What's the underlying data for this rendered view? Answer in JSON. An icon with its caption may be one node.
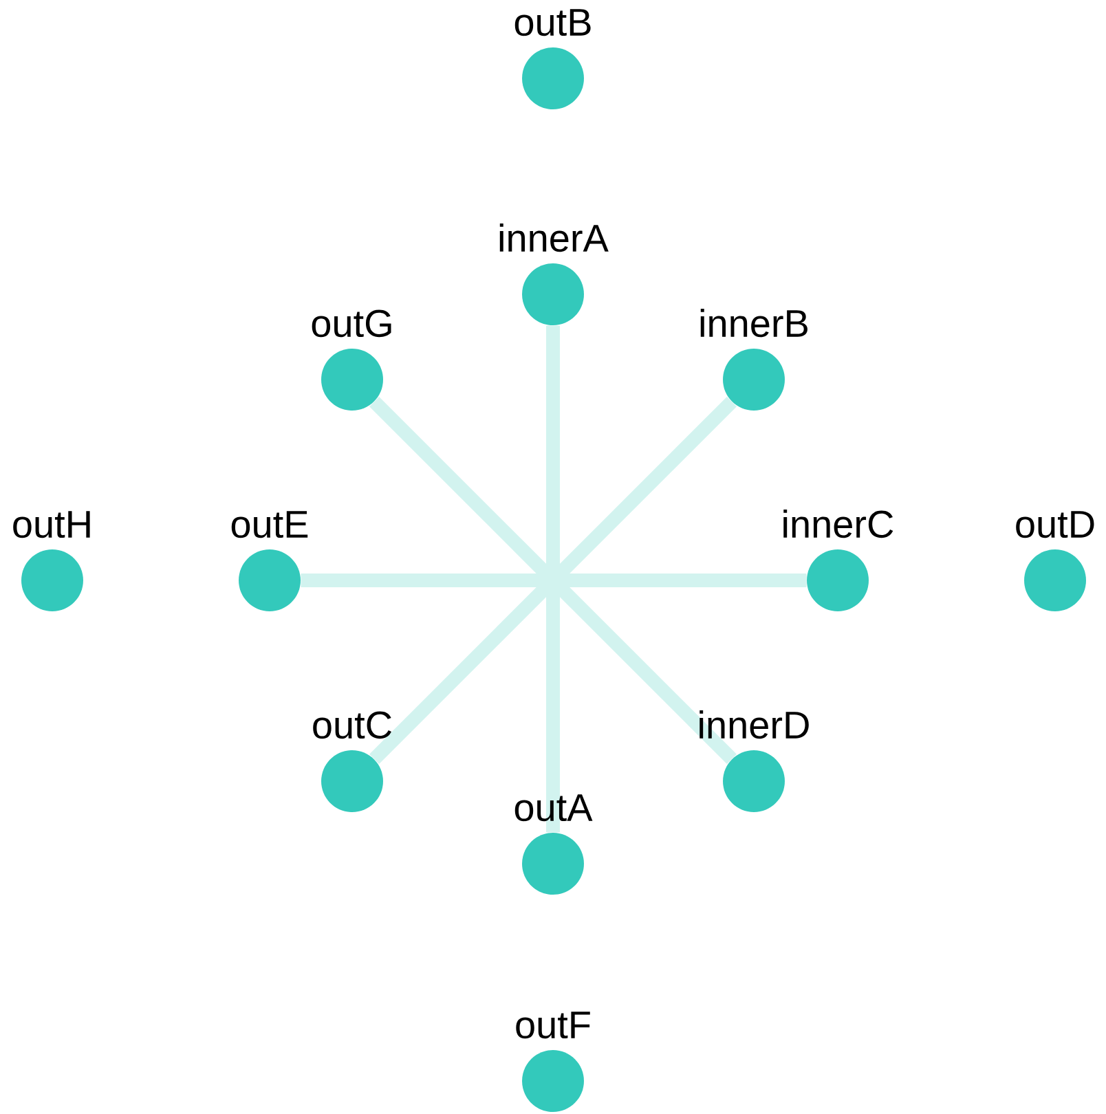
{
  "diagram": {
    "nodes": [
      {
        "text": [
          "outB"
        ]
      },
      {
        "text": [
          "innerA"
        ]
      },
      {
        "text": [
          "outG"
        ]
      },
      {
        "text": [
          "innerB"
        ]
      },
      {
        "text": [
          "outH"
        ]
      },
      {
        "text": [
          "outE"
        ]
      },
      {
        "text": [
          "innerC"
        ]
      },
      {
        "text": [
          "outD"
        ]
      },
      {
        "text": [
          "outC"
        ]
      },
      {
        "text": [
          "innerD"
        ]
      },
      {
        "text": [
          "outA"
        ]
      },
      {
        "text": [
          "outF"
        ]
      }
    ],
    "edges": [
      {
        "from": 2,
        "to": 9,
        "arrow": "none"
      },
      {
        "from": 5,
        "to": 6,
        "arrow": "none"
      },
      {
        "from": 8,
        "to": 3,
        "arrow": "none"
      },
      {
        "from": 10,
        "to": 1,
        "arrow": "none"
      }
    ]
  }
}
